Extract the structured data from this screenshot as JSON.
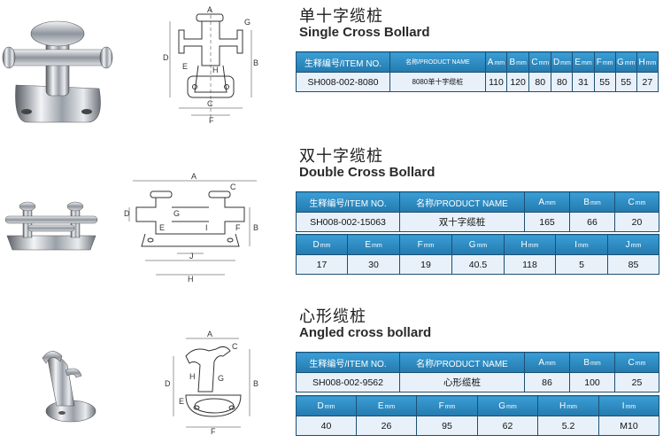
{
  "products": [
    {
      "title_cn": "单十字缆桩",
      "title_en": "Single Cross Bollard",
      "drawing_labels": [
        "A",
        "B",
        "C",
        "D",
        "E",
        "F",
        "G",
        "H"
      ],
      "table": {
        "headers": [
          "生释编号/ITEM NO.",
          "名称/PRODUCT NAME",
          "A",
          "B",
          "C",
          "D",
          "E",
          "F",
          "G",
          "H"
        ],
        "rows": [
          [
            "SH008-002-8080",
            "8080单十字缆桩",
            "110",
            "120",
            "80",
            "80",
            "31",
            "55",
            "55",
            "27"
          ]
        ]
      }
    },
    {
      "title_cn": "双十字缆桩",
      "title_en": "Double Cross Bollard",
      "drawing_labels": [
        "A",
        "B",
        "C",
        "D",
        "E",
        "F",
        "G",
        "H",
        "I",
        "J"
      ],
      "table": {
        "headers": [
          "生释编号/ITEM NO.",
          "名称/PRODUCT NAME",
          "A",
          "B",
          "C"
        ],
        "rows": [
          [
            "SH008-002-15063",
            "双十字缆桩",
            "165",
            "66",
            "20"
          ]
        ],
        "headers2": [
          "D",
          "E",
          "F",
          "G",
          "H",
          "I",
          "J"
        ],
        "rows2": [
          [
            "17",
            "30",
            "19",
            "40.5",
            "118",
            "5",
            "85"
          ]
        ]
      }
    },
    {
      "title_cn": "心形缆桩",
      "title_en": "Angled cross bollard",
      "drawing_labels": [
        "A",
        "B",
        "C",
        "D",
        "E",
        "F",
        "G",
        "H"
      ],
      "table": {
        "headers": [
          "生释编号/ITEM NO.",
          "名称/PRODUCT NAME",
          "A",
          "B",
          "C"
        ],
        "rows": [
          [
            "SH008-002-9562",
            "心形缆桩",
            "86",
            "100",
            "25"
          ]
        ],
        "headers2": [
          "D",
          "E",
          "F",
          "G",
          "H",
          "I"
        ],
        "rows2": [
          [
            "40",
            "26",
            "95",
            "62",
            "5.2",
            "M10"
          ]
        ]
      }
    }
  ],
  "unit": "mm",
  "colors": {
    "header_bg": "#2c8cc3",
    "row_bg": "#e8f1fa",
    "border": "#1d4f73"
  }
}
